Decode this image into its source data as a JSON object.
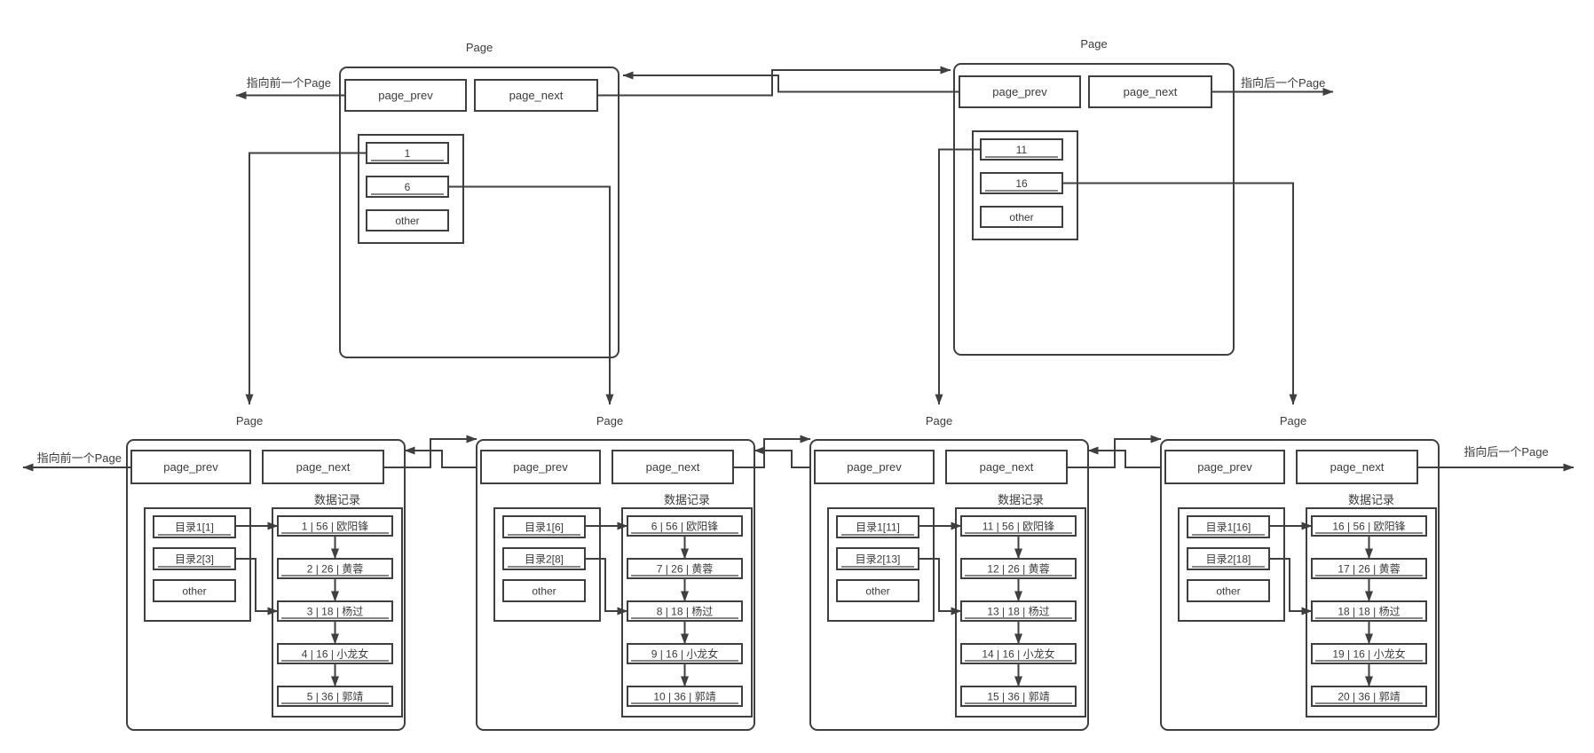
{
  "colors": {
    "background": "#ffffff",
    "stroke": "#3f3f3f",
    "text": "#3b3b3b"
  },
  "top_pages": [
    {
      "title": "Page",
      "side_label": "指向前一个Page",
      "fields": {
        "prev": "page_prev",
        "next": "page_next"
      },
      "directory": [
        "1",
        "6",
        "other"
      ]
    },
    {
      "title": "Page",
      "side_label": "指向后一个Page",
      "fields": {
        "prev": "page_prev",
        "next": "page_next"
      },
      "directory": [
        "11",
        "16",
        "other"
      ]
    }
  ],
  "leaf_pages": [
    {
      "title": "Page",
      "side_label": "指向前一个Page",
      "fields": {
        "prev": "page_prev",
        "next": "page_next"
      },
      "records_title": "数据记录",
      "directory": [
        "目录1[1]",
        "目录2[3]",
        "other"
      ],
      "records": [
        "1 | 56 | 欧阳锋",
        "2 | 26 | 黄蓉",
        "3 | 18 | 杨过",
        "4 | 16 | 小龙女",
        "5 | 36 | 郭靖"
      ]
    },
    {
      "title": "Page",
      "fields": {
        "prev": "page_prev",
        "next": "page_next"
      },
      "records_title": "数据记录",
      "directory": [
        "目录1[6]",
        "目录2[8]",
        "other"
      ],
      "records": [
        "6 | 56 | 欧阳锋",
        "7 | 26 | 黄蓉",
        "8 | 18 | 杨过",
        "9 | 16 | 小龙女",
        "10 | 36 | 郭靖"
      ]
    },
    {
      "title": "Page",
      "fields": {
        "prev": "page_prev",
        "next": "page_next"
      },
      "records_title": "数据记录",
      "directory": [
        "目录1[11]",
        "目录2[13]",
        "other"
      ],
      "records": [
        "11 | 56 | 欧阳锋",
        "12 | 26 | 黄蓉",
        "13 | 18 | 杨过",
        "14 | 16 | 小龙女",
        "15 | 36 | 郭靖"
      ]
    },
    {
      "title": "Page",
      "side_label": "指向后一个Page",
      "fields": {
        "prev": "page_prev",
        "next": "page_next"
      },
      "records_title": "数据记录",
      "directory": [
        "目录1[16]",
        "目录2[18]",
        "other"
      ],
      "records": [
        "16 | 56 | 欧阳锋",
        "17 | 26 | 黄蓉",
        "18 | 18 | 杨过",
        "19 | 16 | 小龙女",
        "20 | 36 | 郭靖"
      ]
    }
  ]
}
